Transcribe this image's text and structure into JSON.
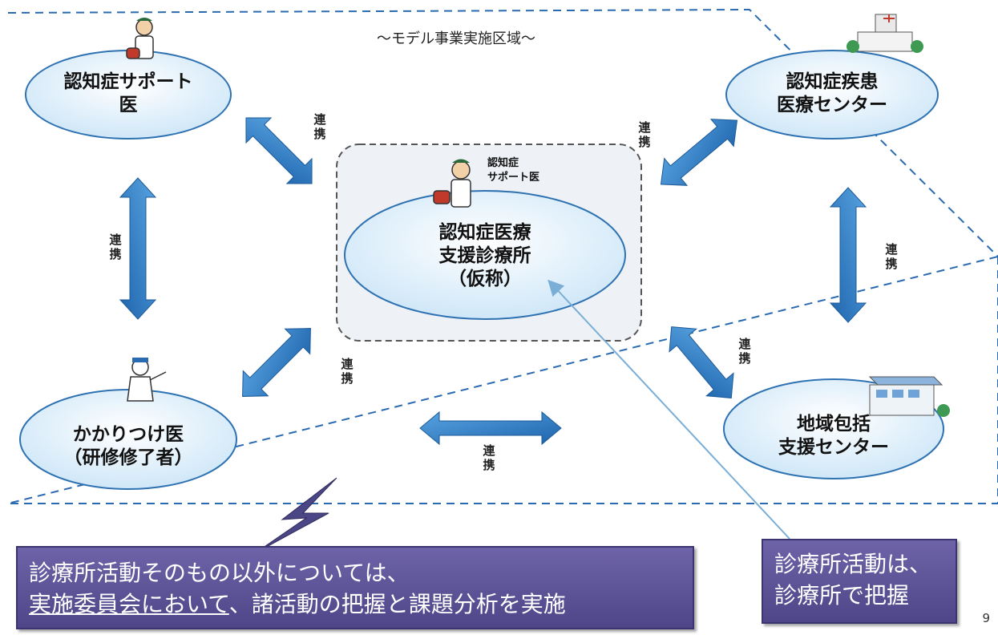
{
  "region": {
    "title": "～モデル事業実施区域～"
  },
  "nodes": {
    "support_doctor": {
      "line1": "認知症サポート",
      "line2": "医"
    },
    "medical_center": {
      "line1": "認知症疾患",
      "line2": "医療センター"
    },
    "clinic": {
      "badge_line1": "認知症",
      "badge_line2": "サポート医",
      "line1": "認知症医療",
      "line2": "支援診療所",
      "line3": "（仮称）"
    },
    "family_doctor": {
      "line1": "かかりつけ医",
      "line2": "（研修修了者）"
    },
    "regional_center": {
      "line1": "地域包括",
      "line2": "支援センター"
    }
  },
  "link_label": "連携",
  "link_label_chars": [
    "連",
    "携"
  ],
  "callouts": {
    "left": {
      "line1": "診療所活動そのもの以外については、",
      "line2_underlined": "実施委員会において",
      "line2_rest": "、諸活動の把握と課題分析を実施"
    },
    "right": {
      "line1": "診療所活動は、",
      "line2": "診療所で把握"
    }
  },
  "page_number": "9",
  "colors": {
    "ellipse_fill": "#d7ecfa",
    "ellipse_stroke": "#2f72b2",
    "arrow": "#2e7fc6",
    "region_border": "#2a6ab0",
    "callout": "#574e94",
    "bolt": "#4b4685"
  }
}
